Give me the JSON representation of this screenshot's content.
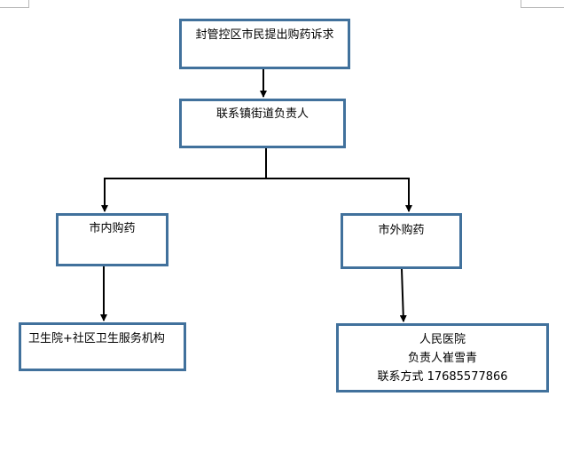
{
  "flowchart": {
    "appeal_box": "封管控区市民提出购药诉求",
    "contact_box": "联系镇街道负责人",
    "in_city_box": "市内购药",
    "out_city_box": "市外购药",
    "clinic_box": "卫生院+社区卫生服务机构",
    "hospital_box": {
      "name": "人民医院",
      "responsible": "负责人崔雪青",
      "contact": "联系方式 17685577866"
    }
  },
  "colors": {
    "box_border": "#41719c",
    "arrow": "#000000"
  }
}
